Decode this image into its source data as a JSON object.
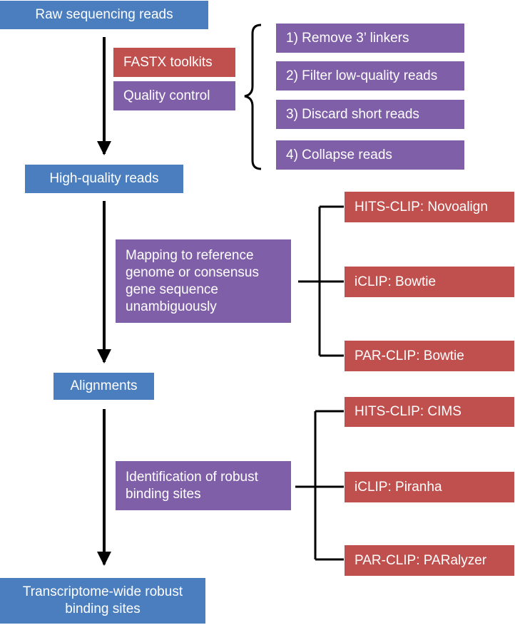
{
  "stage1": {
    "title": "Raw sequencing reads"
  },
  "qc": {
    "tool": "FASTX toolkits",
    "label": "Quality control",
    "steps": [
      "1) Remove 3’ linkers",
      "2) Filter low-quality reads",
      "3) Discard short reads",
      "4) Collapse reads"
    ]
  },
  "stage2": {
    "title": "High-quality reads"
  },
  "mapping": {
    "label": "Mapping to reference\ngenome or consensus\ngene sequence\nunambiguously",
    "tools": [
      "HITS-CLIP: Novoalign",
      "iCLIP: Bowtie",
      "PAR-CLIP: Bowtie"
    ]
  },
  "stage3": {
    "title": "Alignments"
  },
  "identification": {
    "label": "Identification of robust\nbinding sites",
    "tools": [
      "HITS-CLIP: CIMS",
      "iCLIP: Piranha",
      "PAR-CLIP: PARalyzer"
    ]
  },
  "stage4": {
    "title": "Transcriptome-wide robust\nbinding sites"
  },
  "colors": {
    "stage": "#4a7ebf",
    "tool": "#c0504d",
    "process": "#7f5fa8",
    "connector": "#000000"
  }
}
